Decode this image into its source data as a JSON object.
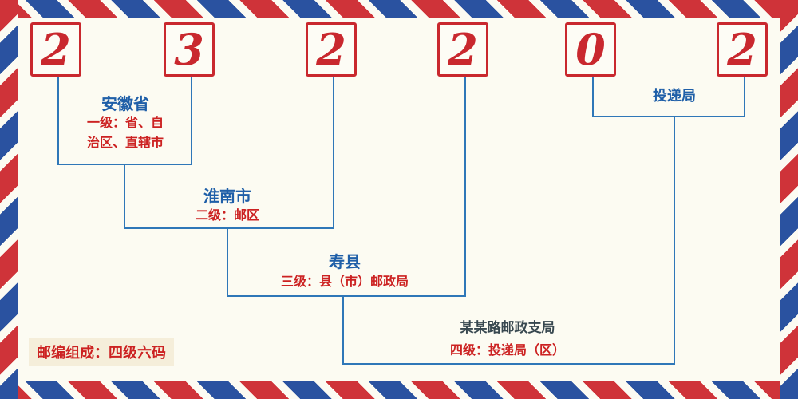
{
  "postal_code": {
    "digits": [
      "2",
      "3",
      "2",
      "2",
      "0",
      "2"
    ]
  },
  "labels": {
    "level1": {
      "name": "安徽省",
      "desc_line1": "一级：省、自",
      "desc_line2": "治区、直辖市"
    },
    "level2": {
      "name": "淮南市",
      "desc": "二级：邮区"
    },
    "level3": {
      "name": "寿县",
      "desc": "三级：县（市）邮政局"
    },
    "level4": {
      "name": "某某路邮政支局",
      "desc": "四级：投递局（区）"
    },
    "delivery": "投递局",
    "footer": "邮编组成：四级六码"
  },
  "colors": {
    "digit_red": "#c9282e",
    "line_blue": "#2f77b8",
    "heading_blue": "#1f5fa8",
    "desc_red": "#cc2222",
    "stripe_red": "#cf3339",
    "stripe_blue": "#2a52a0",
    "background": "#fcfbf2"
  }
}
